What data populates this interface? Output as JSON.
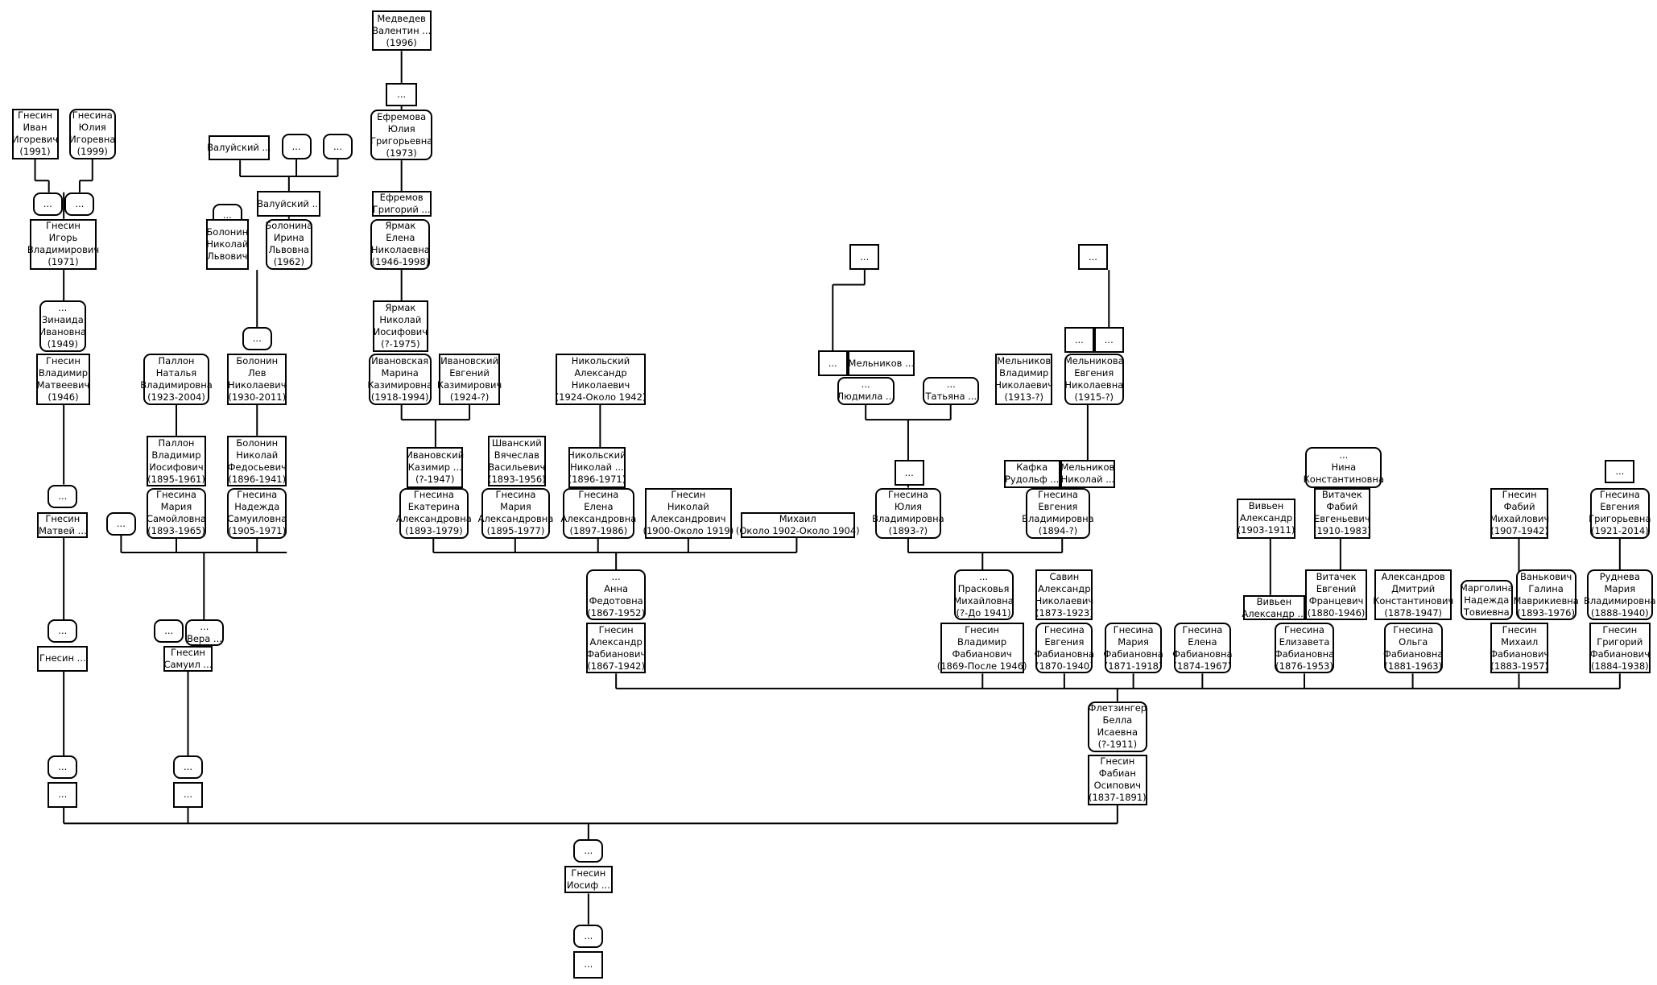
{
  "nodes": [
    {
      "id": "n1",
      "lines": [
        "Медведев",
        "Валентин ...",
        "(1996)"
      ]
    },
    {
      "id": "n2",
      "lines": [
        "..."
      ]
    },
    {
      "id": "n3",
      "lines": [
        "Ефремова",
        "Юлия",
        "Григорьевна",
        "(1973)"
      ],
      "female": true
    },
    {
      "id": "n4",
      "lines": [
        "Ефремов",
        "Григорий ..."
      ]
    },
    {
      "id": "n5",
      "lines": [
        "Ярмак",
        "Елена",
        "Николаевна",
        "(1946-1998)"
      ],
      "female": true
    },
    {
      "id": "n6",
      "lines": [
        "Ярмак",
        "Николай",
        "Иосифович",
        "(?-1975)"
      ]
    },
    {
      "id": "n7",
      "lines": [
        "Ивановская",
        "Марина",
        "Казимировна",
        "(1918-1994)"
      ],
      "female": true
    },
    {
      "id": "n8",
      "lines": [
        "Ивановский",
        "Евгений",
        "Казимирович",
        "(1924-?)"
      ]
    },
    {
      "id": "n9",
      "lines": [
        "Никольский",
        "Александр",
        "Николаевич",
        "(1924-Около 1942)"
      ]
    },
    {
      "id": "n10",
      "lines": [
        "Гнесин",
        "Иван",
        "Игоревич",
        "(1991)"
      ]
    },
    {
      "id": "n11",
      "lines": [
        "Гнесина",
        "Юлия",
        "Игоревна",
        "(1999)"
      ],
      "female": true
    },
    {
      "id": "n12",
      "lines": [
        "..."
      ],
      "female": true
    },
    {
      "id": "n13",
      "lines": [
        "..."
      ],
      "female": true
    },
    {
      "id": "n14",
      "lines": [
        "Гнесин",
        "Игорь",
        "Владимирович",
        "(1971)"
      ]
    },
    {
      "id": "n15",
      "lines": [
        "...",
        "Зинаида",
        "Ивановна",
        "(1949)"
      ],
      "female": true
    },
    {
      "id": "n16",
      "lines": [
        "Гнесин",
        "Владимир",
        "Матвеевич",
        "(1946)"
      ]
    },
    {
      "id": "n17",
      "lines": [
        "..."
      ],
      "female": true
    },
    {
      "id": "n18",
      "lines": [
        "Гнесин",
        "Матвей ..."
      ]
    },
    {
      "id": "n19",
      "lines": [
        "..."
      ],
      "female": true
    },
    {
      "id": "n20",
      "lines": [
        "Гнесин ..."
      ]
    },
    {
      "id": "n21",
      "lines": [
        "..."
      ],
      "female": true
    },
    {
      "id": "n22",
      "lines": [
        "..."
      ]
    },
    {
      "id": "n23",
      "lines": [
        "Валуйский ..."
      ]
    },
    {
      "id": "n24",
      "lines": [
        "..."
      ],
      "female": true
    },
    {
      "id": "n25",
      "lines": [
        "..."
      ],
      "female": true
    },
    {
      "id": "n26",
      "lines": [
        "Валуйский ..."
      ]
    },
    {
      "id": "n27",
      "lines": [
        "..."
      ],
      "female": true
    },
    {
      "id": "n28",
      "lines": [
        "Болонин",
        "Николай",
        "Львович"
      ]
    },
    {
      "id": "n29",
      "lines": [
        "Болонина",
        "Ирина",
        "Львовна",
        "(1962)"
      ],
      "female": true
    },
    {
      "id": "n30",
      "lines": [
        "..."
      ],
      "female": true
    },
    {
      "id": "n31",
      "lines": [
        "Паллон",
        "Наталья",
        "Владимировна",
        "(1923-2004)"
      ],
      "female": true
    },
    {
      "id": "n32",
      "lines": [
        "Болонин",
        "Лев",
        "Николаевич",
        "(1930-2011)"
      ]
    },
    {
      "id": "n33",
      "lines": [
        "Паллон",
        "Владимир",
        "Иосифович",
        "(1895-1961)"
      ]
    },
    {
      "id": "n34",
      "lines": [
        "Болонин",
        "Николай",
        "Федосьевич",
        "(1896-1941)"
      ]
    },
    {
      "id": "n35",
      "lines": [
        "Гнесина",
        "Мария",
        "Самойловна",
        "(1893-1965)"
      ],
      "female": true
    },
    {
      "id": "n36",
      "lines": [
        "Гнесина",
        "Надежда",
        "Самуиловна",
        "(1905-1971)"
      ],
      "female": true
    },
    {
      "id": "n37",
      "lines": [
        "..."
      ],
      "female": true
    },
    {
      "id": "n38",
      "lines": [
        "..."
      ],
      "female": true
    },
    {
      "id": "n39",
      "lines": [
        "...",
        "Вера ..."
      ],
      "female": true
    },
    {
      "id": "n40",
      "lines": [
        "Гнесин",
        "Самуил ..."
      ]
    },
    {
      "id": "n41",
      "lines": [
        "..."
      ],
      "female": true
    },
    {
      "id": "n42",
      "lines": [
        "..."
      ]
    },
    {
      "id": "n43",
      "lines": [
        "Ивановский",
        "Казимир ...",
        "(?-1947)"
      ]
    },
    {
      "id": "n44",
      "lines": [
        "Шванский",
        "Вячеслав",
        "Васильевич",
        "(1893-1956)"
      ]
    },
    {
      "id": "n45",
      "lines": [
        "Никольский",
        "Николай ...",
        "(1896-1971)"
      ]
    },
    {
      "id": "n46",
      "lines": [
        "Гнесина",
        "Екатерина",
        "Александровна",
        "(1893-1979)"
      ],
      "female": true
    },
    {
      "id": "n47",
      "lines": [
        "Гнесина",
        "Мария",
        "Александровна",
        "(1895-1977)"
      ],
      "female": true
    },
    {
      "id": "n48",
      "lines": [
        "Гнесина",
        "Елена",
        "Александровна",
        "(1897-1986)"
      ],
      "female": true
    },
    {
      "id": "n49",
      "lines": [
        "Гнесин",
        "Николай",
        "Александрович",
        "(1900-Около 1919)"
      ]
    },
    {
      "id": "n50",
      "lines": [
        "Михаил",
        "(Около 1902-Около 1904)"
      ]
    },
    {
      "id": "n51",
      "lines": [
        "...",
        "Анна",
        "Федотовна",
        "(1867-1952)"
      ],
      "female": true
    },
    {
      "id": "n52",
      "lines": [
        "Гнесин",
        "Александр",
        "Фабианович",
        "(1867-1942)"
      ]
    },
    {
      "id": "n53",
      "lines": [
        "..."
      ]
    },
    {
      "id": "n54",
      "lines": [
        "..."
      ]
    },
    {
      "id": "n55",
      "lines": [
        "Мельников ..."
      ]
    },
    {
      "id": "n56",
      "lines": [
        "...",
        "Людмила ..."
      ],
      "female": true
    },
    {
      "id": "n57",
      "lines": [
        "...",
        "Татьяна ..."
      ],
      "female": true
    },
    {
      "id": "n58",
      "lines": [
        "..."
      ]
    },
    {
      "id": "n59",
      "lines": [
        "Гнесина",
        "Юлия",
        "Владимировна",
        "(1893-?)"
      ],
      "female": true
    },
    {
      "id": "n60",
      "lines": [
        "...",
        "Прасковья",
        "Михайловна",
        "(?-До 1941)"
      ],
      "female": true
    },
    {
      "id": "n61",
      "lines": [
        "Гнесин",
        "Владимир",
        "Фабианович",
        "(1869-После 1946)"
      ]
    },
    {
      "id": "n62",
      "lines": [
        "Савин",
        "Александр",
        "Николаевич",
        "(1873-1923)"
      ]
    },
    {
      "id": "n63",
      "lines": [
        "Гнесина",
        "Евгения",
        "Фабиановна",
        "(1870-1940)"
      ],
      "female": true
    },
    {
      "id": "n64",
      "lines": [
        "Гнесина",
        "Мария",
        "Фабиановна",
        "(1871-1918)"
      ],
      "female": true
    },
    {
      "id": "n65",
      "lines": [
        "Гнесина",
        "Елена",
        "Фабиановна",
        "(1874-1967)"
      ],
      "female": true
    },
    {
      "id": "n66",
      "lines": [
        "..."
      ]
    },
    {
      "id": "n67",
      "lines": [
        "..."
      ]
    },
    {
      "id": "n68",
      "lines": [
        "..."
      ]
    },
    {
      "id": "n69",
      "lines": [
        "Мельников",
        "Владимир",
        "Николаевич",
        "(1913-?)"
      ]
    },
    {
      "id": "n70",
      "lines": [
        "Мельникова",
        "Евгения",
        "Николаевна",
        "(1915-?)"
      ],
      "female": true
    },
    {
      "id": "n71",
      "lines": [
        "Кафка",
        "Рудольф ..."
      ]
    },
    {
      "id": "n72",
      "lines": [
        "Мельников",
        "Николай ..."
      ]
    },
    {
      "id": "n73",
      "lines": [
        "Гнесина",
        "Евгения",
        "Владимировна",
        "(1894-?)"
      ],
      "female": true
    },
    {
      "id": "n74",
      "lines": [
        "...",
        "Нина",
        "Константиновна"
      ],
      "female": true
    },
    {
      "id": "n75",
      "lines": [
        "Вивьен",
        "Александр",
        "(1903-1911)"
      ]
    },
    {
      "id": "n76",
      "lines": [
        "Витачек",
        "Фабий",
        "Евгеньевич",
        "(1910-1983)"
      ]
    },
    {
      "id": "n77",
      "lines": [
        "Вивьен",
        "Александр ..."
      ]
    },
    {
      "id": "n78",
      "lines": [
        "Витачек",
        "Евгений",
        "Францевич",
        "(1880-1946)"
      ]
    },
    {
      "id": "n79",
      "lines": [
        "Гнесина",
        "Елизавета",
        "Фабиановна",
        "(1876-1953)"
      ],
      "female": true
    },
    {
      "id": "n80",
      "lines": [
        "Александров",
        "Дмитрий",
        "Константинович",
        "(1878-1947)"
      ]
    },
    {
      "id": "n81",
      "lines": [
        "Гнесина",
        "Ольга",
        "Фабиановна",
        "(1881-1963)"
      ],
      "female": true
    },
    {
      "id": "n82",
      "lines": [
        "Гнесин",
        "Фабий",
        "Михайлович",
        "(1907-1942)"
      ]
    },
    {
      "id": "n83",
      "lines": [
        "Марголина",
        "Надежда",
        "Товиевна"
      ],
      "female": true
    },
    {
      "id": "n84",
      "lines": [
        "Ванькович",
        "Галина",
        "Маврикиевна",
        "(1893-1976)"
      ],
      "female": true
    },
    {
      "id": "n85",
      "lines": [
        "Гнесин",
        "Михаил",
        "Фабианович",
        "(1883-1957)"
      ]
    },
    {
      "id": "n86",
      "lines": [
        "..."
      ]
    },
    {
      "id": "n87",
      "lines": [
        "Гнесина",
        "Евгения",
        "Григорьевна",
        "(1921-2014)"
      ],
      "female": true
    },
    {
      "id": "n88",
      "lines": [
        "Руднева",
        "Мария",
        "Владимировна",
        "(1888-1940)"
      ],
      "female": true
    },
    {
      "id": "n89",
      "lines": [
        "Гнесин",
        "Григорий",
        "Фабианович",
        "(1884-1938)"
      ]
    },
    {
      "id": "n90",
      "lines": [
        "Флетзингер",
        "Белла",
        "Исаевна",
        "(?-1911)"
      ],
      "female": true
    },
    {
      "id": "n91",
      "lines": [
        "Гнесин",
        "Фабиан",
        "Осипович",
        "(1837-1891)"
      ]
    },
    {
      "id": "n92",
      "lines": [
        "..."
      ],
      "female": true
    },
    {
      "id": "n93",
      "lines": [
        "Гнесин",
        "Иосиф ..."
      ]
    },
    {
      "id": "n94",
      "lines": [
        "..."
      ],
      "female": true
    },
    {
      "id": "n95",
      "lines": [
        "..."
      ]
    }
  ]
}
